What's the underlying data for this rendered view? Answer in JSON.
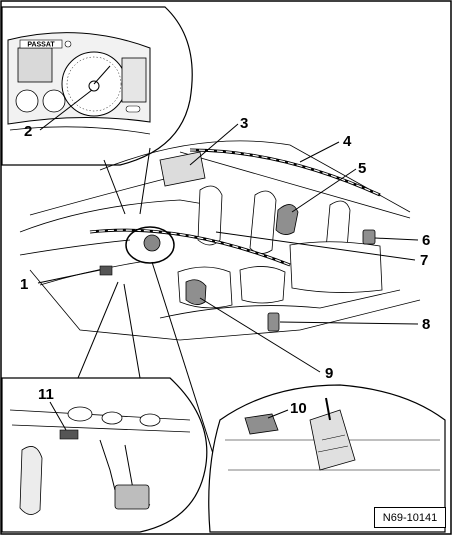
{
  "diagram": {
    "callouts": [
      {
        "id": "1",
        "label": "1"
      },
      {
        "id": "2",
        "label": "2"
      },
      {
        "id": "3",
        "label": "3"
      },
      {
        "id": "4",
        "label": "4"
      },
      {
        "id": "5",
        "label": "5"
      },
      {
        "id": "6",
        "label": "6"
      },
      {
        "id": "7",
        "label": "7"
      },
      {
        "id": "8",
        "label": "8"
      },
      {
        "id": "9",
        "label": "9"
      },
      {
        "id": "10",
        "label": "10"
      },
      {
        "id": "11",
        "label": "11"
      }
    ],
    "cluster_badge": "PASSAT",
    "reference_code": "N69-10141"
  }
}
